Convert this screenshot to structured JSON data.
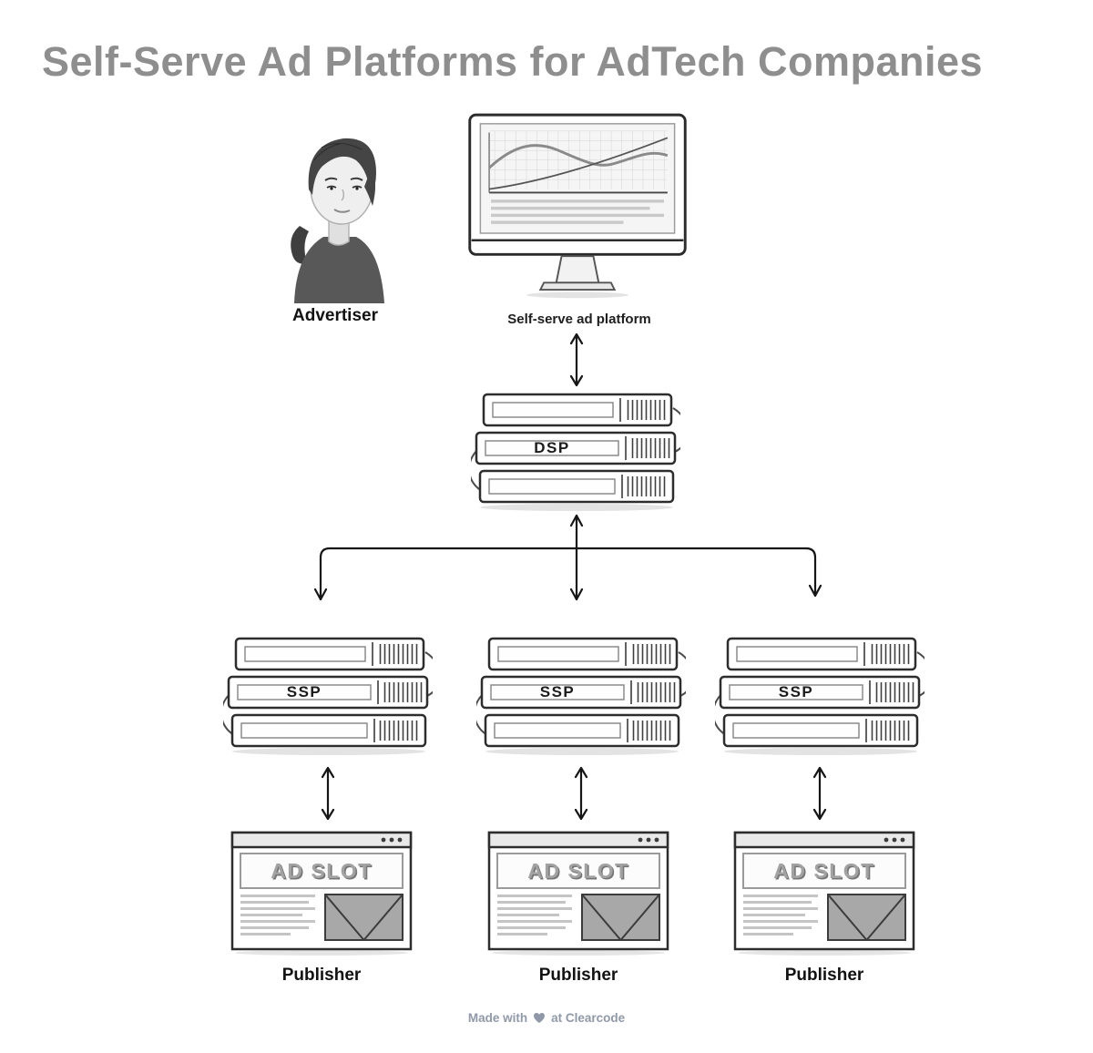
{
  "title": "Self-Serve Ad Platforms for AdTech Companies",
  "advertiser": {
    "label": "Advertiser"
  },
  "platform": {
    "label": "Self-serve ad platform"
  },
  "dsp": {
    "label": "DSP"
  },
  "ssps": [
    {
      "label": "SSP",
      "ad_slot": "AD SLOT",
      "publisher": "Publisher"
    },
    {
      "label": "SSP",
      "ad_slot": "AD SLOT",
      "publisher": "Publisher"
    },
    {
      "label": "SSP",
      "ad_slot": "AD SLOT",
      "publisher": "Publisher"
    }
  ],
  "footer": {
    "made_with": "Made with",
    "at_clearcode": "at Clearcode"
  },
  "colors": {
    "background": "#ffffff",
    "title_text": "#8e8e8e",
    "ink": "#1b1b1b",
    "ad_slot_text": "#a2a2a2",
    "footer_text": "#8f99a8"
  }
}
